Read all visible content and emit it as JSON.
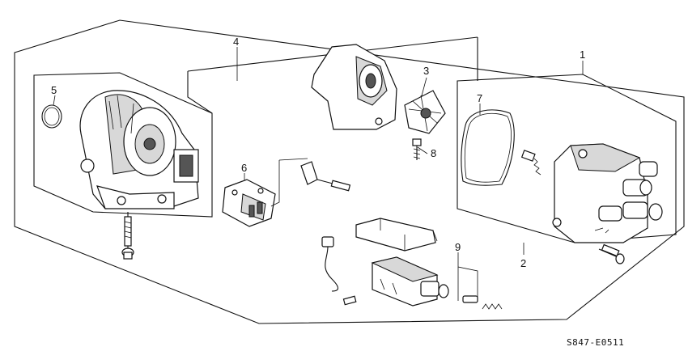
{
  "callouts": {
    "c1": "1",
    "c2": "2",
    "c3": "3",
    "c4": "4",
    "c5": "5",
    "c6": "6",
    "c7": "7",
    "c8": "8",
    "c9": "9"
  },
  "diagram_code": "S847-E0511"
}
